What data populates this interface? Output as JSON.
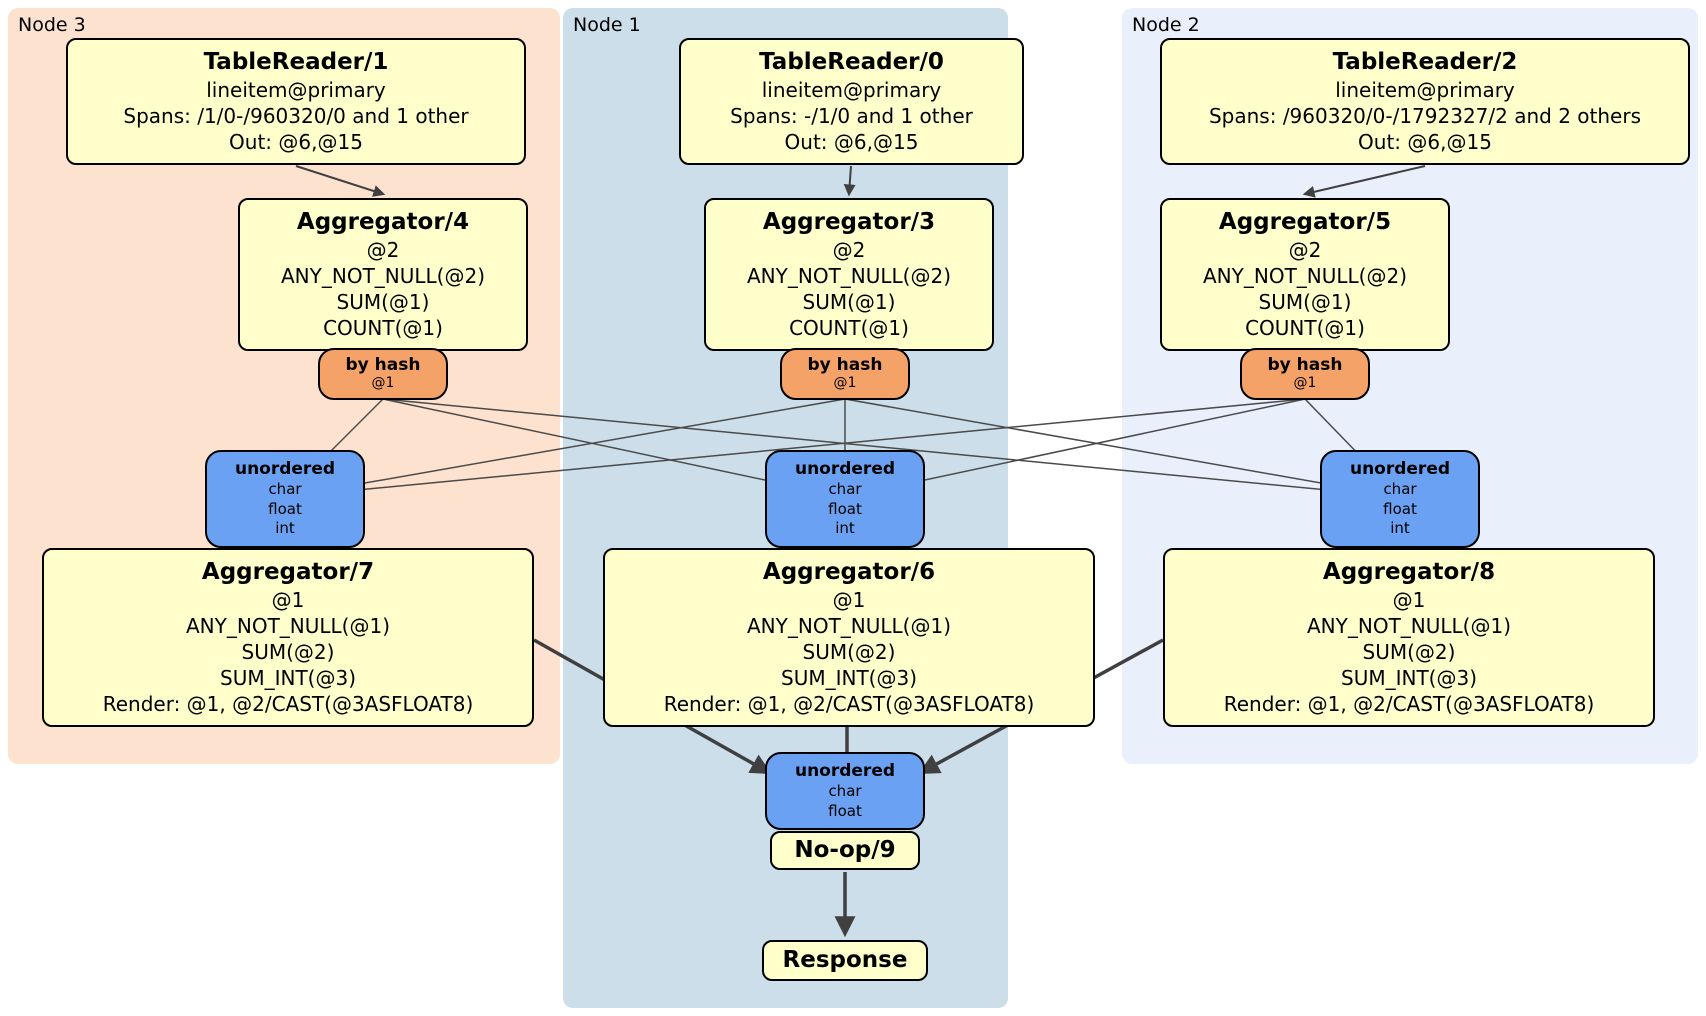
{
  "regions": {
    "node3": {
      "label": "Node 3"
    },
    "node1": {
      "label": "Node 1"
    },
    "node2": {
      "label": "Node 2"
    }
  },
  "colors": {
    "node3_bg": "#fde2cf",
    "node1_bg": "#ccdee9",
    "node2_bg": "#e9effb",
    "processor_bg": "#ffffcc",
    "router_bg": "#f5a269",
    "synchronizer_bg": "#6ba1f2",
    "edge": "#404040"
  },
  "processors": {
    "tr1": {
      "title": "TableReader/1",
      "lines": [
        "lineitem@primary",
        "Spans: /1/0-/960320/0 and 1 other",
        "Out: @6,@15"
      ]
    },
    "tr0": {
      "title": "TableReader/0",
      "lines": [
        "lineitem@primary",
        "Spans: -/1/0 and 1 other",
        "Out: @6,@15"
      ]
    },
    "tr2": {
      "title": "TableReader/2",
      "lines": [
        "lineitem@primary",
        "Spans: /960320/0-/1792327/2 and 2 others",
        "Out: @6,@15"
      ]
    },
    "agg4": {
      "title": "Aggregator/4",
      "lines": [
        "@2",
        "ANY_NOT_NULL(@2)",
        "SUM(@1)",
        "COUNT(@1)"
      ]
    },
    "agg3": {
      "title": "Aggregator/3",
      "lines": [
        "@2",
        "ANY_NOT_NULL(@2)",
        "SUM(@1)",
        "COUNT(@1)"
      ]
    },
    "agg5": {
      "title": "Aggregator/5",
      "lines": [
        "@2",
        "ANY_NOT_NULL(@2)",
        "SUM(@1)",
        "COUNT(@1)"
      ]
    },
    "agg7": {
      "title": "Aggregator/7",
      "lines": [
        "@1",
        "ANY_NOT_NULL(@1)",
        "SUM(@2)",
        "SUM_INT(@3)",
        "Render: @1, @2/CAST(@3ASFLOAT8)"
      ]
    },
    "agg6": {
      "title": "Aggregator/6",
      "lines": [
        "@1",
        "ANY_NOT_NULL(@1)",
        "SUM(@2)",
        "SUM_INT(@3)",
        "Render: @1, @2/CAST(@3ASFLOAT8)"
      ]
    },
    "agg8": {
      "title": "Aggregator/8",
      "lines": [
        "@1",
        "ANY_NOT_NULL(@1)",
        "SUM(@2)",
        "SUM_INT(@3)",
        "Render: @1, @2/CAST(@3ASFLOAT8)"
      ]
    },
    "noop": {
      "title": "No-op/9"
    },
    "response": {
      "title": "Response"
    }
  },
  "routers": {
    "hash3": {
      "title": "by hash",
      "sub": "@1"
    },
    "hash1": {
      "title": "by hash",
      "sub": "@1"
    },
    "hash2": {
      "title": "by hash",
      "sub": "@1"
    }
  },
  "synchronizers": {
    "un3": {
      "title": "unordered",
      "lines": [
        "char",
        "float",
        "int"
      ]
    },
    "un1": {
      "title": "unordered",
      "lines": [
        "char",
        "float",
        "int"
      ]
    },
    "un2": {
      "title": "unordered",
      "lines": [
        "char",
        "float",
        "int"
      ]
    },
    "un_final": {
      "title": "unordered",
      "lines": [
        "char",
        "float"
      ]
    }
  }
}
